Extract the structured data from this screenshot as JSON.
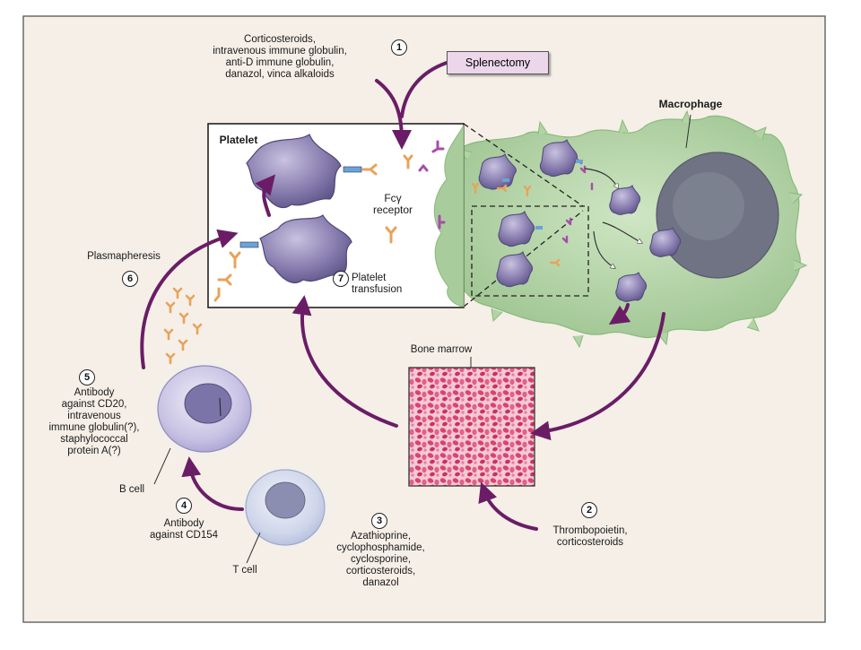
{
  "steps": {
    "s1": "1",
    "s2": "2",
    "s3": "3",
    "s4": "4",
    "s5": "5",
    "s6": "6",
    "s7": "7"
  },
  "labels": {
    "drugs_top": [
      "Corticosteroids,",
      "intravenous immune globulin,",
      "anti-D immune globulin,",
      "danazol, vinca alkaloids"
    ],
    "splenectomy": "Splenectomy",
    "macrophage": "Macrophage",
    "platelet": "Platelet",
    "fc_receptor": [
      "Fcγ",
      "receptor"
    ],
    "platelet_transfusion": [
      "Platelet",
      "transfusion"
    ],
    "plasmapheresis": "Plasmapheresis",
    "bone_marrow": "Bone marrow",
    "b_cell_therapy": [
      "Antibody",
      "against CD20,",
      "intravenous",
      "immune globulin(?),",
      "staphylococcal",
      "protein A(?)"
    ],
    "b_cell": "B cell",
    "t_cell_antibody": [
      "Antibody",
      "against CD154"
    ],
    "t_cell": "T cell",
    "immunosuppressants": [
      "Azathioprine,",
      "cyclophosphamide,",
      "cyclosporine,",
      "corticosteroids,",
      "danazol"
    ],
    "marrow_drugs": [
      "Thrombopoietin,",
      "corticosteroids"
    ]
  },
  "colors": {
    "background": "#f5efe7",
    "arrow": "#6a1d66",
    "platelet": "#8a7fb0",
    "macrophage": "#a9cc9c",
    "marrow": "#e0567e",
    "antibody": "#e8a35a",
    "receptor": "#a64ea8"
  }
}
